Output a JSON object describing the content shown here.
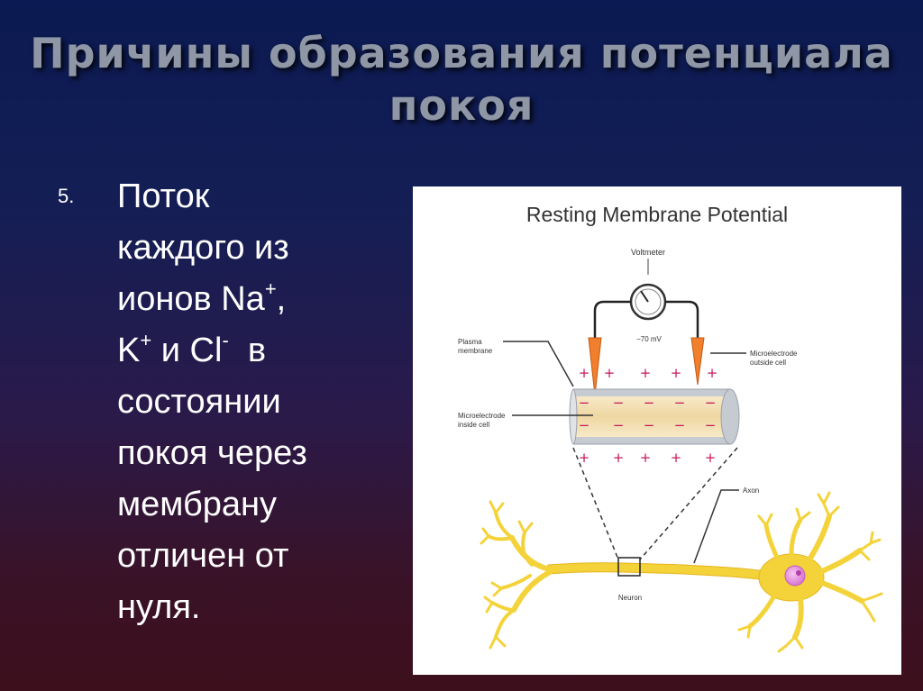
{
  "slide": {
    "title_line1": "Причины образования потенциала",
    "title_line2": "покоя",
    "list_number": "5.",
    "text_lines": [
      "Поток",
      "каждого из",
      "ионов Na",
      "K",
      "состоянии",
      "покоя через",
      "мембрану",
      "отличен от",
      "нуля."
    ],
    "na_sup": "+",
    "na_suffix": ",",
    "k_sup": "+",
    "k_mid": " и Cl",
    "cl_sup": "-",
    "cl_suffix": "  в"
  },
  "diagram": {
    "title": "Resting Membrane Potential",
    "voltmeter_label": "Voltmeter",
    "voltage_reading": "−70 mV",
    "plasma_membrane_label_1": "Plasma",
    "plasma_membrane_label_2": "membrane",
    "electrode_outside_label_1": "Microelectrode",
    "electrode_outside_label_2": "outside cell",
    "electrode_inside_label_1": "Microelectrode",
    "electrode_inside_label_2": "inside cell",
    "axon_label": "Axon",
    "neuron_label": "Neuron",
    "plus_sign": "+",
    "minus_sign": "−",
    "colors": {
      "electrode": "#f07f2e",
      "neuron": "#f4d33a",
      "neuron_outline": "#e6b520",
      "nucleus": "#e48ee0",
      "axon_fill": "#f3dfb2",
      "membrane": "#c6cbd2",
      "charge": "#c2185b"
    }
  }
}
